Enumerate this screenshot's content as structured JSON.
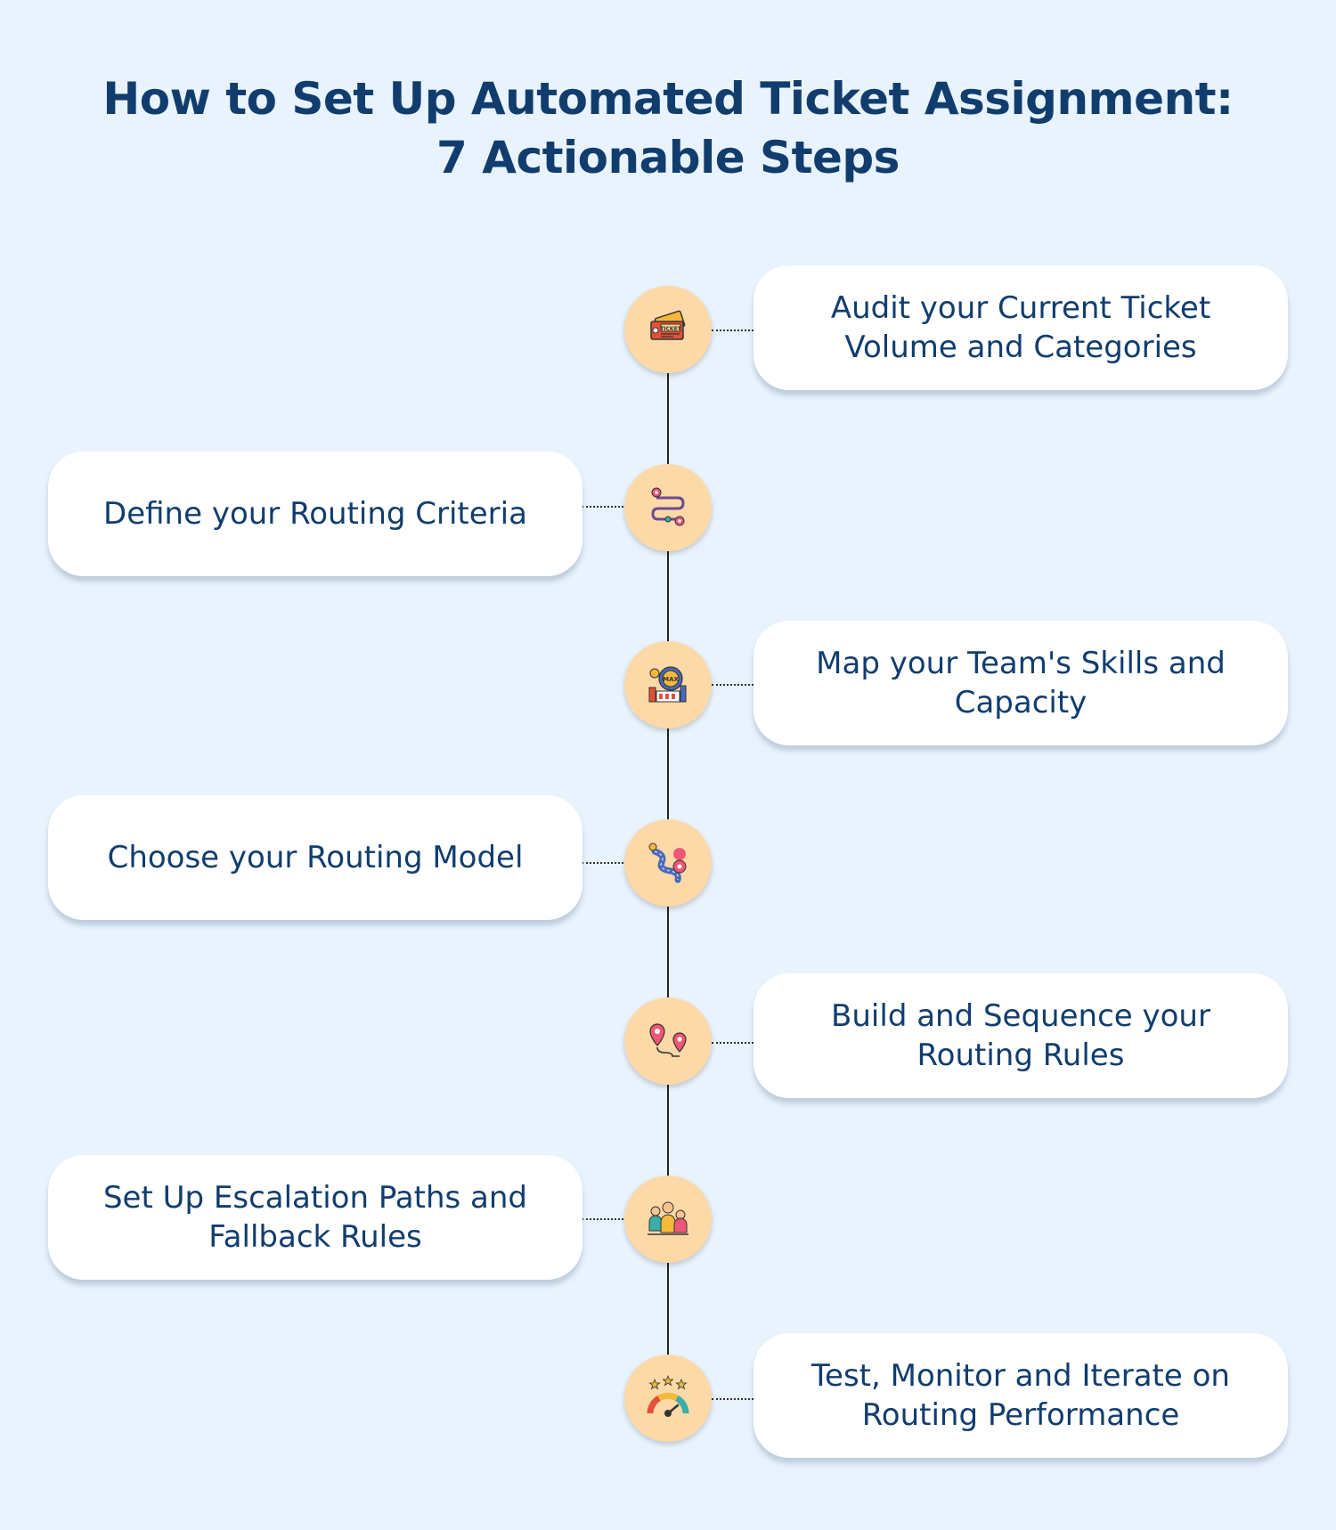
{
  "header": {
    "title_line1": "How to Set Up Automated Ticket Assignment:",
    "title_line2": "7 Actionable Steps"
  },
  "colors": {
    "background": "#e8f3fd",
    "title": "#113d6e",
    "node_fill": "#fdd9a8",
    "card_fill": "#ffffff",
    "connector": "#222222"
  },
  "steps": [
    {
      "label": "Audit your Current Ticket Volume and Categories",
      "icon": "ticket-icon"
    },
    {
      "label": "Define your Routing Criteria",
      "icon": "route-path-icon"
    },
    {
      "label": "Map your Team's Skills and Capacity",
      "icon": "capacity-gauge-icon"
    },
    {
      "label": "Choose your Routing Model",
      "icon": "road-map-icon"
    },
    {
      "label": "Build and Sequence your Routing Rules",
      "icon": "location-pins-icon"
    },
    {
      "label": "Set Up Escalation Paths and Fallback Rules",
      "icon": "team-escalation-icon"
    },
    {
      "label": "Test, Monitor and Iterate on Routing Performance",
      "icon": "performance-meter-icon"
    }
  ]
}
